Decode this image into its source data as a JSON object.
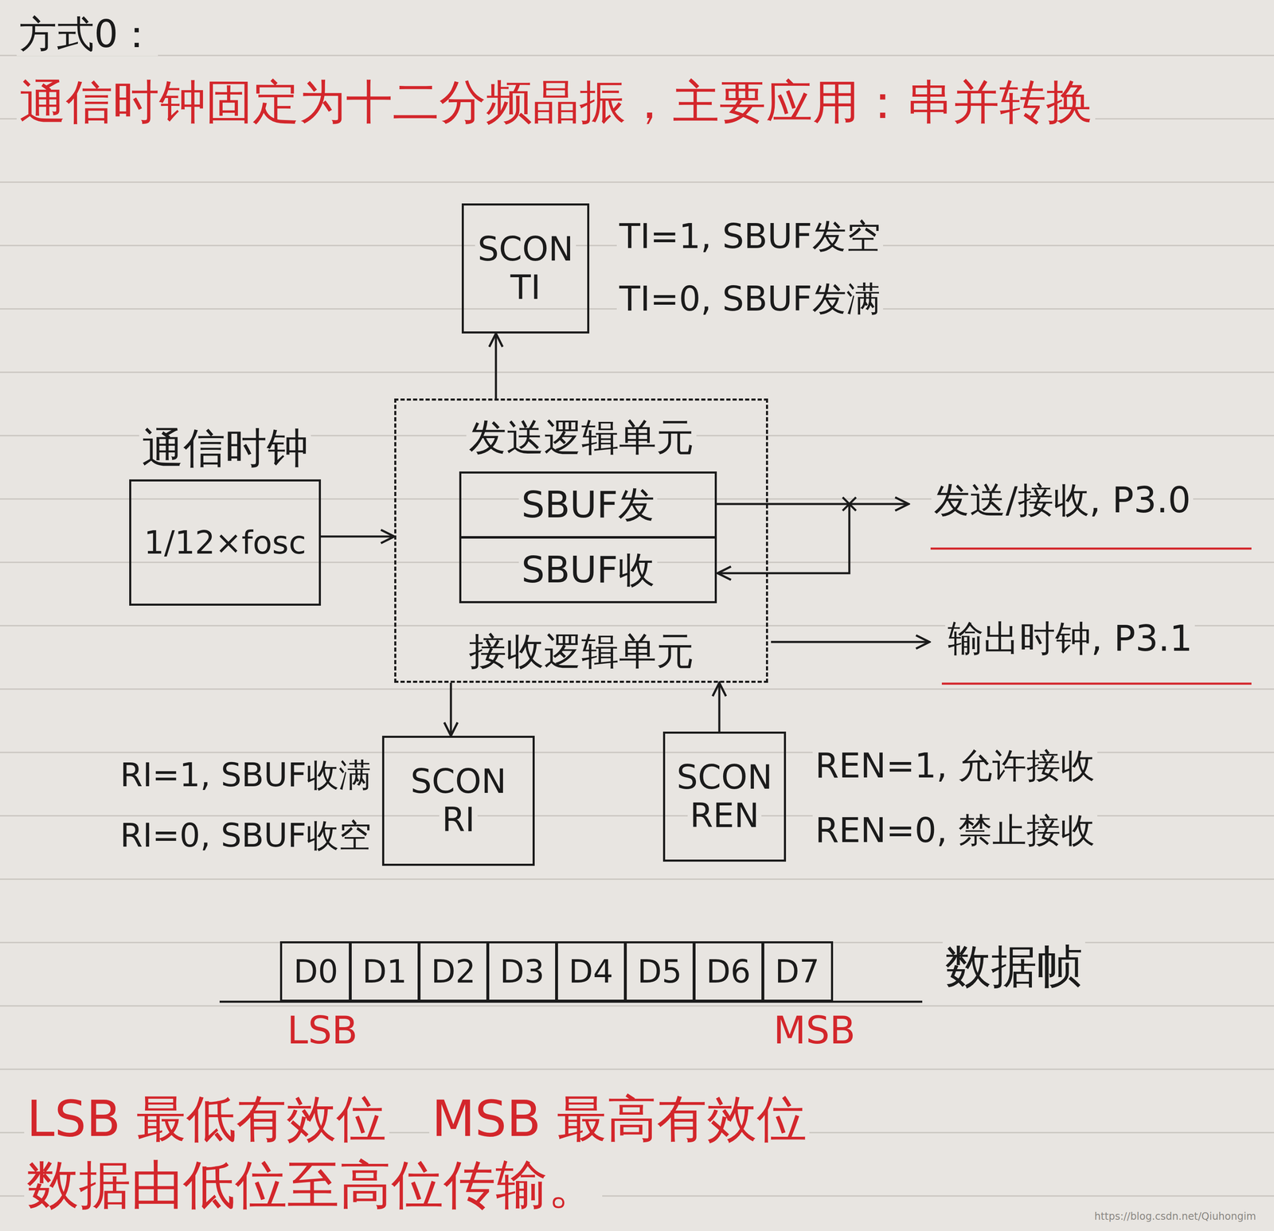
{
  "diagram": {
    "title": "方式0：",
    "nodes": [
      {
        "text": [
          "SCON",
          "TI"
        ]
      },
      {
        "text": [
          "通信时钟",
          "1/12×fosc"
        ]
      },
      {
        "text": [
          "发送逻辑单元",
          "接收逻辑单元"
        ]
      },
      {
        "text": [
          "SBUF发"
        ],
        "in": 2
      },
      {
        "text": [
          "SBUF收"
        ],
        "in": 2
      },
      {
        "text": [
          "SCON",
          "RI"
        ]
      },
      {
        "text": [
          "SCON",
          "REN"
        ]
      },
      {
        "text": [
          "D0"
        ]
      },
      {
        "text": [
          "D1"
        ]
      },
      {
        "text": [
          "D2"
        ]
      },
      {
        "text": [
          "D3"
        ]
      },
      {
        "text": [
          "D4"
        ]
      },
      {
        "text": [
          "D5"
        ]
      },
      {
        "text": [
          "D6"
        ]
      },
      {
        "text": [
          "D7"
        ]
      }
    ],
    "edges": [
      {
        "from": 2,
        "to": 0,
        "arrow": "to"
      },
      {
        "from": 1,
        "to": 2,
        "arrow": "to"
      },
      {
        "from": 2,
        "to": 5,
        "arrow": "to"
      },
      {
        "from": 6,
        "to": 2,
        "arrow": "to"
      }
    ],
    "labels": [
      "通信时钟固定为十二分频晶振，主要应用：串并转换",
      "TI=1, SBUF发空",
      "TI=0, SBUF发满",
      "发送/接收, P3.0",
      "输出时钟, P3.1",
      "RI=1, SBUF收满",
      "RI=0, SBUF收空",
      "REN=1, 允许接收",
      "REN=0, 禁止接收",
      "数据帧",
      "LSB",
      "MSB",
      "LSB 最低有效位",
      "MSB 最高有效位",
      "数据由低位至高位传输。",
      "https://blog.csdn.net/Qiuhongim"
    ]
  }
}
